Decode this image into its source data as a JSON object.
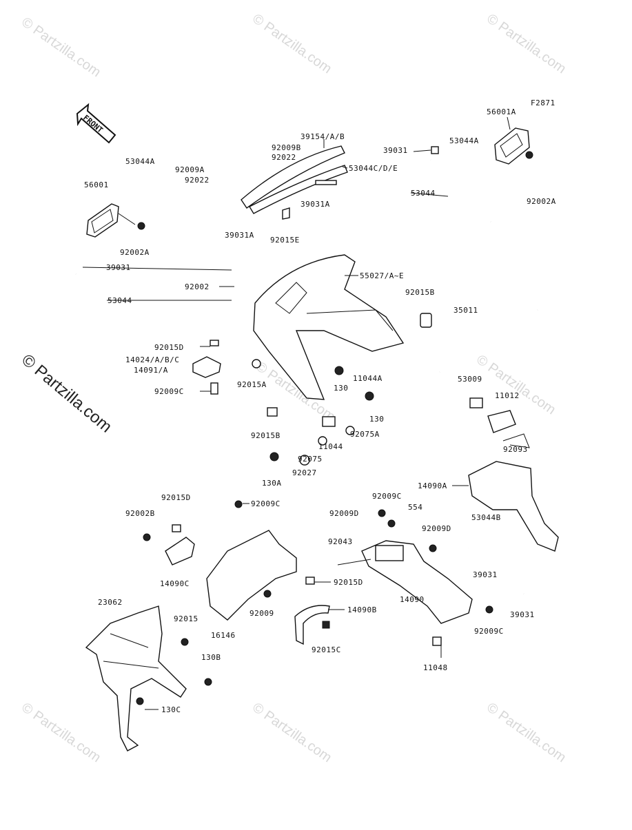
{
  "figure_code": "F2871",
  "front_label": "FRONT",
  "watermark": "© Partzilla.com",
  "labels": [
    {
      "id": "56001A",
      "text": "56001A"
    },
    {
      "id": "39154",
      "text": "39154/A/B"
    },
    {
      "id": "53044A_l",
      "text": "53044A"
    },
    {
      "id": "92009B",
      "text": "92009B"
    },
    {
      "id": "92022_a",
      "text": "92022"
    },
    {
      "id": "92009A",
      "text": "92009A"
    },
    {
      "id": "92022_b",
      "text": "92022"
    },
    {
      "id": "53044CDE",
      "text": "53044C/D/E"
    },
    {
      "id": "39031_tr",
      "text": "39031"
    },
    {
      "id": "53044A_r",
      "text": "53044A"
    },
    {
      "id": "53044_r",
      "text": "53044"
    },
    {
      "id": "92002A_r",
      "text": "92002A"
    },
    {
      "id": "56001",
      "text": "56001"
    },
    {
      "id": "39031A_a",
      "text": "39031A"
    },
    {
      "id": "39031A_b",
      "text": "39031A"
    },
    {
      "id": "92015E",
      "text": "92015E"
    },
    {
      "id": "92002A_l",
      "text": "92002A"
    },
    {
      "id": "39031_l",
      "text": "39031"
    },
    {
      "id": "92002",
      "text": "92002"
    },
    {
      "id": "55027",
      "text": "55027/A~E"
    },
    {
      "id": "53044_l",
      "text": "53044"
    },
    {
      "id": "92015B_a",
      "text": "92015B"
    },
    {
      "id": "35011",
      "text": "35011"
    },
    {
      "id": "92015D_a",
      "text": "92015D"
    },
    {
      "id": "14024",
      "text": "14024/A/B/C"
    },
    {
      "id": "14091A",
      "text": "14091/A"
    },
    {
      "id": "92015A",
      "text": "92015A"
    },
    {
      "id": "130_a",
      "text": "130"
    },
    {
      "id": "11044A",
      "text": "11044A"
    },
    {
      "id": "53009",
      "text": "53009"
    },
    {
      "id": "92009C_a",
      "text": "92009C"
    },
    {
      "id": "11012",
      "text": "11012"
    },
    {
      "id": "130_b",
      "text": "130"
    },
    {
      "id": "92015B_b",
      "text": "92015B"
    },
    {
      "id": "92075A",
      "text": "92075A"
    },
    {
      "id": "11044",
      "text": "11044"
    },
    {
      "id": "92093",
      "text": "92093"
    },
    {
      "id": "92075",
      "text": "92075"
    },
    {
      "id": "130A",
      "text": "130A"
    },
    {
      "id": "92027",
      "text": "92027"
    },
    {
      "id": "14090A",
      "text": "14090A"
    },
    {
      "id": "92015D_b",
      "text": "92015D"
    },
    {
      "id": "92009C_b",
      "text": "92009C"
    },
    {
      "id": "92009C_c",
      "text": "92009C"
    },
    {
      "id": "92002B",
      "text": "92002B"
    },
    {
      "id": "92009D_a",
      "text": "92009D"
    },
    {
      "id": "554",
      "text": "554"
    },
    {
      "id": "53044B",
      "text": "53044B"
    },
    {
      "id": "92009D_b",
      "text": "92009D"
    },
    {
      "id": "92043",
      "text": "92043"
    },
    {
      "id": "14090C",
      "text": "14090C"
    },
    {
      "id": "39031_m",
      "text": "39031"
    },
    {
      "id": "92015D_c",
      "text": "92015D"
    },
    {
      "id": "14090",
      "text": "14090"
    },
    {
      "id": "23062",
      "text": "23062"
    },
    {
      "id": "92009",
      "text": "92009"
    },
    {
      "id": "14090B",
      "text": "14090B"
    },
    {
      "id": "39031_b",
      "text": "39031"
    },
    {
      "id": "92015",
      "text": "92015"
    },
    {
      "id": "16146",
      "text": "16146"
    },
    {
      "id": "92009C_d",
      "text": "92009C"
    },
    {
      "id": "92015C",
      "text": "92015C"
    },
    {
      "id": "130B",
      "text": "130B"
    },
    {
      "id": "11048",
      "text": "11048"
    },
    {
      "id": "130C",
      "text": "130C"
    }
  ]
}
